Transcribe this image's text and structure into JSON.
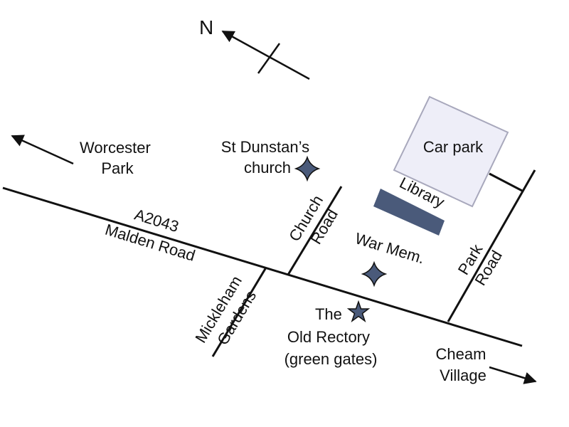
{
  "colors": {
    "marker": "#4a5a7a",
    "car_park_fill": "#eeeef8",
    "car_park_stroke": "#a8a8bc",
    "library": "#4a5a7a",
    "line": "#111111"
  },
  "compass": {
    "label": "N"
  },
  "labels": {
    "worcester_park": [
      "Worcester",
      "Park"
    ],
    "st_dunstans": [
      "St Dunstan’s",
      "church"
    ],
    "car_park": "Car park",
    "library": "Library",
    "a2043": "A2043",
    "malden_road": "Malden Road",
    "church_road": [
      "Church",
      "Road"
    ],
    "war_memorial": "War Mem.",
    "park_road": [
      "Park",
      "Road"
    ],
    "mickleham_gardens": [
      "Mickleham",
      "Gardens"
    ],
    "old_rectory": [
      "The",
      "Old Rectory",
      "(green gates)"
    ],
    "cheam_village": [
      "Cheam",
      "Village"
    ]
  },
  "icons": {
    "church_marker": "four-point-star-icon",
    "war_memorial_marker": "four-point-star-icon",
    "old_rectory_marker": "five-point-star-icon",
    "north_arrow": "north-arrow-icon"
  }
}
